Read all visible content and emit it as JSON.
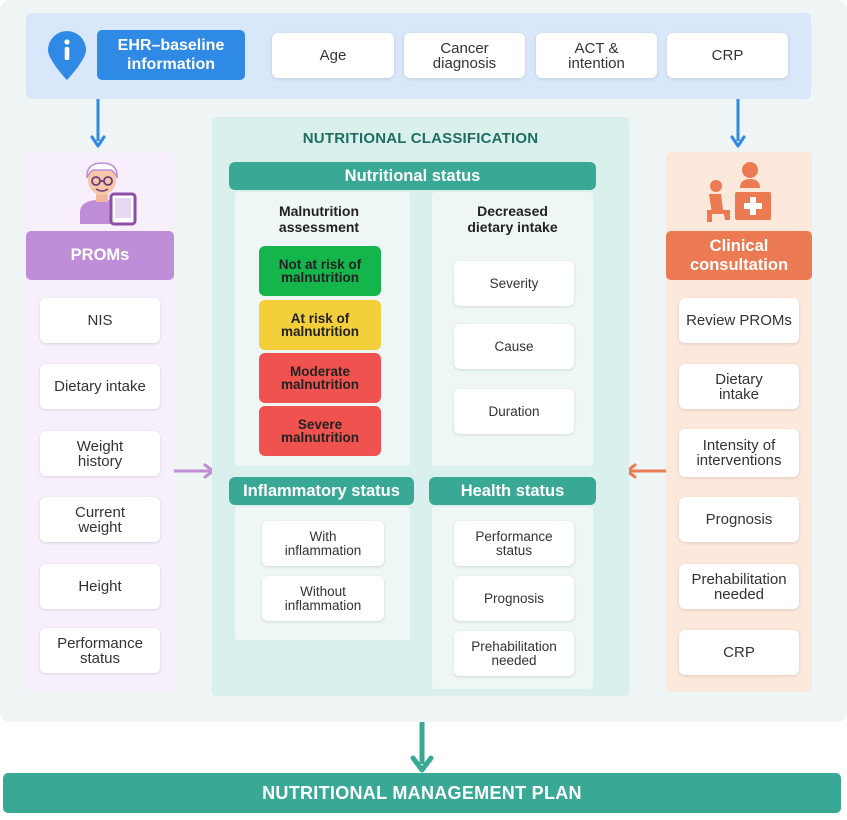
{
  "colors": {
    "teal": "#39a996",
    "blue": "#2f8ae5",
    "purple": "#c08ed8",
    "orange": "#ec7a52",
    "green": "#14b64c",
    "yellow": "#f4cf3c",
    "red": "#f0534f"
  },
  "top": {
    "info_icon": "info-pin-icon",
    "ehr_label": "EHR–baseline\ninformation",
    "items": [
      "Age",
      "Cancer\ndiagnosis",
      "ACT &\nintention",
      "CRP"
    ]
  },
  "proms": {
    "icon": "elderly-patient-tablet-icon",
    "title": "PROMs",
    "items": [
      "NIS",
      "Dietary intake",
      "Weight\nhistory",
      "Current\nweight",
      "Height",
      "Performance\nstatus"
    ]
  },
  "clinical": {
    "icon": "doctor-consultation-icon",
    "title": "Clinical\nconsultation",
    "items": [
      "Review PROMs",
      "Dietary\nintake",
      "Intensity of\ninterventions",
      "Prognosis",
      "Prehabilitation\nneeded",
      "CRP"
    ]
  },
  "classification": {
    "title": "NUTRITIONAL CLASSIFICATION",
    "nutritional_status": {
      "title": "Nutritional status",
      "malnutrition_header": "Malnutrition\nassessment",
      "malnutrition_levels": [
        {
          "label": "Not at risk of\nmalnutrition",
          "color": "#14b64c"
        },
        {
          "label": "At risk of\nmalnutrition",
          "color": "#f4cf3c"
        },
        {
          "label": "Moderate\nmalnutrition",
          "color": "#f0534f"
        },
        {
          "label": "Severe\nmalnutrition",
          "color": "#f0534f"
        }
      ],
      "intake_header": "Decreased\ndietary intake",
      "intake_items": [
        "Severity",
        "Cause",
        "Duration"
      ]
    },
    "inflammatory_status": {
      "title": "Inflammatory status",
      "items": [
        "With\ninflammation",
        "Without\ninflammation"
      ]
    },
    "health_status": {
      "title": "Health status",
      "items": [
        "Performance\nstatus",
        "Prognosis",
        "Prehabilitation\nneeded"
      ]
    }
  },
  "footer": {
    "title": "NUTRITIONAL MANAGEMENT PLAN"
  }
}
